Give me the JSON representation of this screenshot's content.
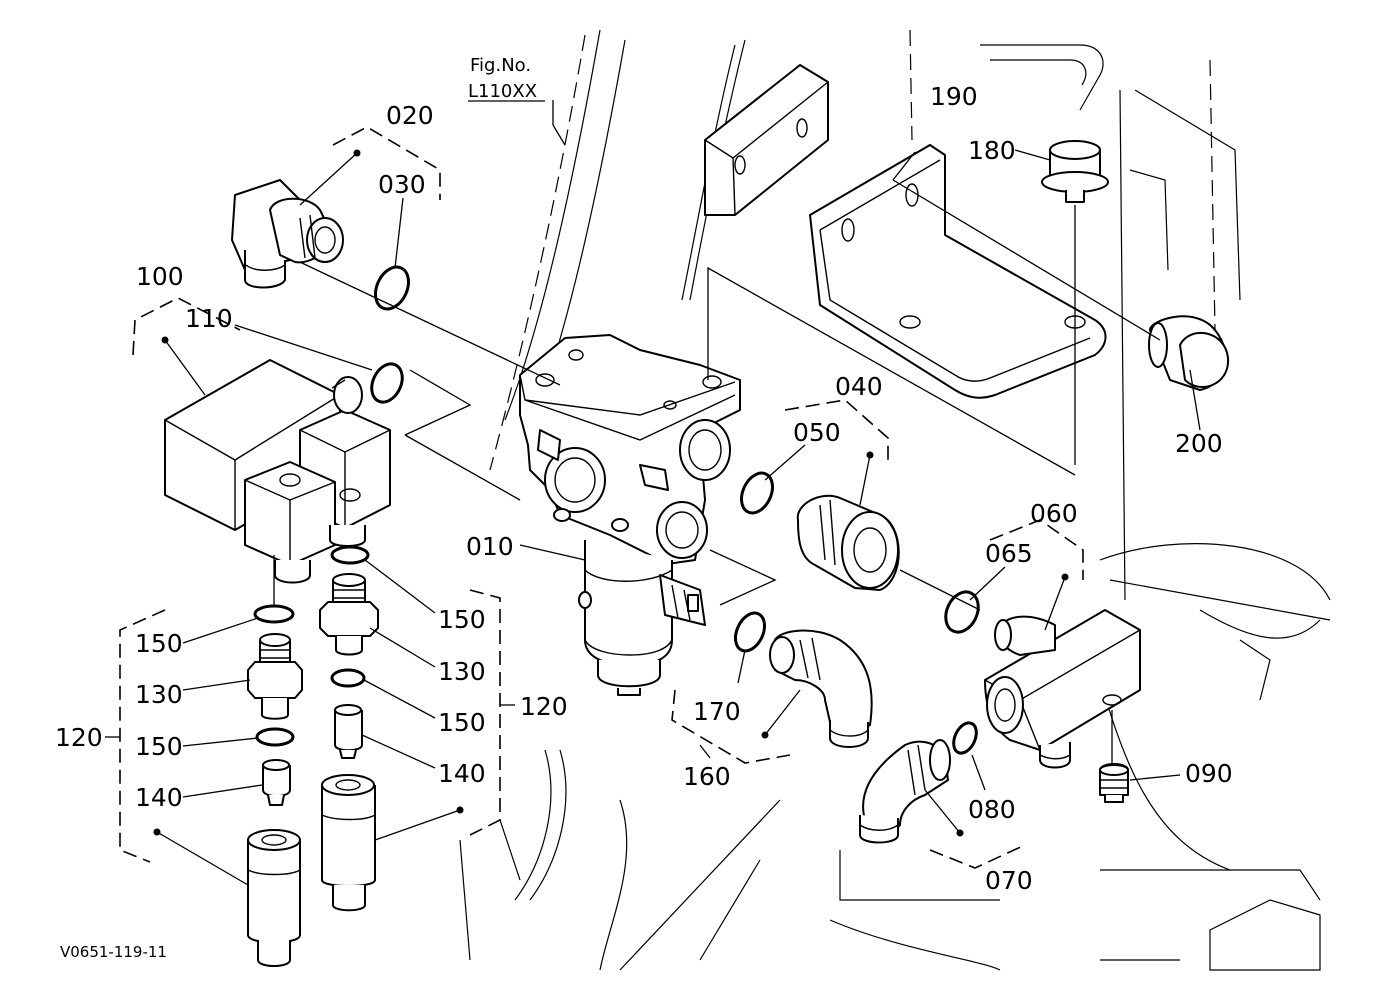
{
  "figure": {
    "fig_label": "Fig.No.",
    "fig_number": "L110XX",
    "drawing_code": "V0651-119-11"
  },
  "callouts": {
    "c010": "010",
    "c020": "020",
    "c030": "030",
    "c040": "040",
    "c050": "050",
    "c060": "060",
    "c065": "065",
    "c070": "070",
    "c080": "080",
    "c090": "090",
    "c100": "100",
    "c110": "110",
    "c120_left": "120",
    "c120_right": "120",
    "c130_left": "130",
    "c130_right": "130",
    "c140_left": "140",
    "c140_right": "140",
    "c150_left_top": "150",
    "c150_left_mid": "150",
    "c150_right_top": "150",
    "c150_right_mid": "150",
    "c160": "160",
    "c170": "170",
    "c180": "180",
    "c190": "190",
    "c200": "200"
  }
}
